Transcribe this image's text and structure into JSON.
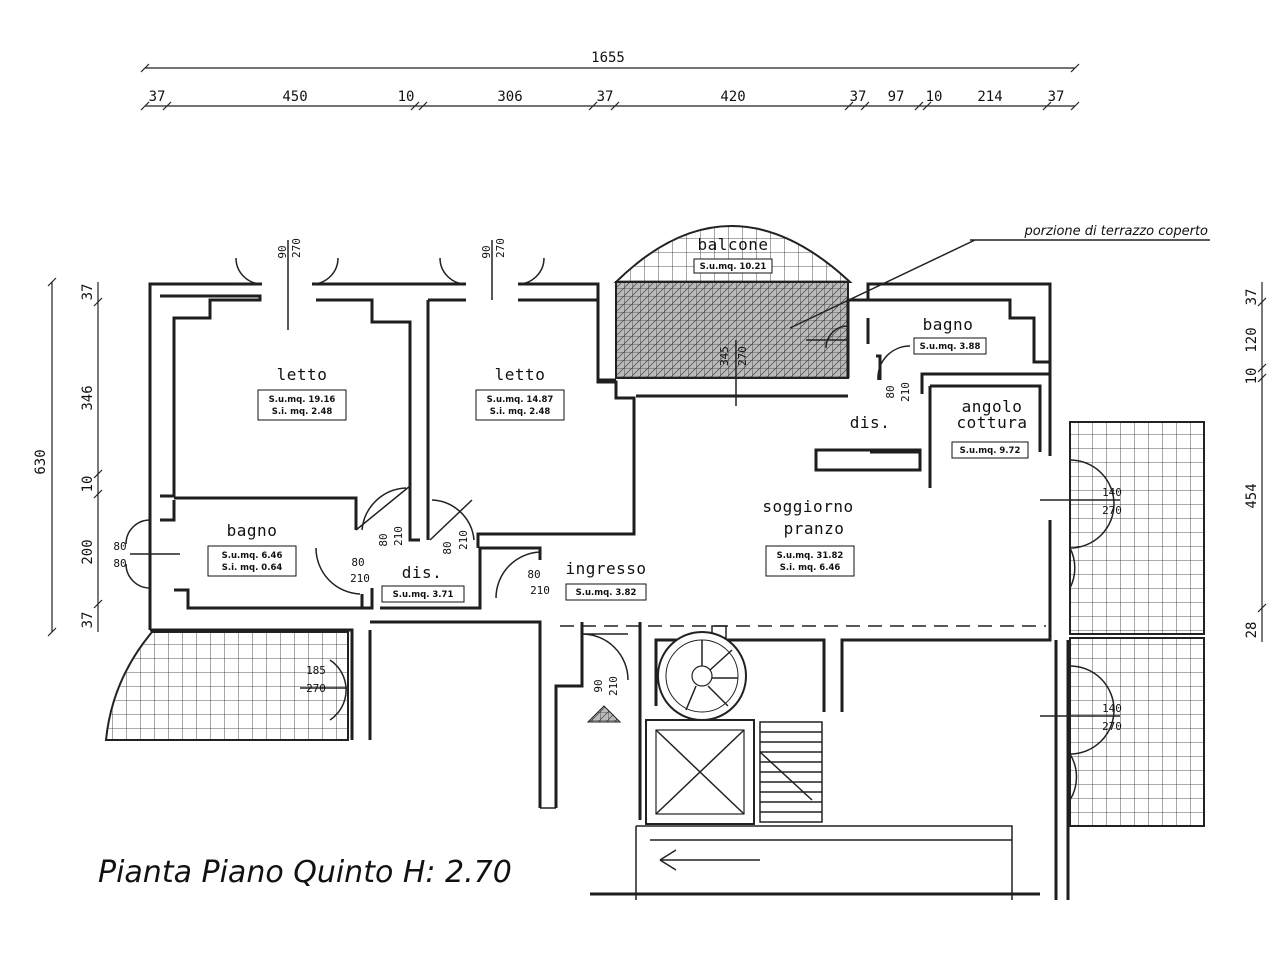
{
  "title": "Pianta Piano Quinto H: 2.70",
  "note": "porzione di terrazzo coperto",
  "dims_top": {
    "total": "1655",
    "segments": [
      "37",
      "450",
      "10",
      "306",
      "37",
      "420",
      "37",
      "97",
      "10",
      "214",
      "37"
    ]
  },
  "dims_left": {
    "total": "630",
    "segments": [
      "37",
      "346",
      "10",
      "200",
      "37"
    ]
  },
  "dims_right": {
    "segments": [
      "37",
      "120",
      "10",
      "454",
      "28"
    ]
  },
  "rooms": {
    "letto1": {
      "name": "letto",
      "su": "S.u.mq. 19.16",
      "si": "S.i. mq. 2.48"
    },
    "letto2": {
      "name": "letto",
      "su": "S.u.mq. 14.87",
      "si": "S.i. mq. 2.48"
    },
    "bagno1": {
      "name": "bagno",
      "su": "S.u.mq. 6.46",
      "si": "S.i. mq. 0.64"
    },
    "dis1": {
      "name": "dis.",
      "su": "S.u.mq. 3.71"
    },
    "ingresso": {
      "name": "ingresso",
      "su": "S.u.mq. 3.82"
    },
    "soggiorno": {
      "name1": "soggiorno",
      "name2": "pranzo",
      "su": "S.u.mq. 31.82",
      "si": "S.i. mq. 6.46"
    },
    "bagno2": {
      "name": "bagno",
      "su": "S.u.mq. 3.88"
    },
    "angolo": {
      "name1": "angolo",
      "name2": "cottura",
      "su": "S.u.mq. 9.72"
    },
    "dis2": {
      "name": "dis."
    },
    "balcone": {
      "name": "balcone",
      "su": "S.u.mq. 10.21"
    }
  },
  "openings": {
    "w1": [
      "90",
      "270"
    ],
    "w2": [
      "90",
      "270"
    ],
    "bagno_win": [
      "80",
      "80"
    ],
    "door_bagno": [
      "80",
      "210"
    ],
    "door_letto1": [
      "80",
      "210"
    ],
    "door_letto2": [
      "80",
      "210"
    ],
    "door_ingresso": [
      "80",
      "210"
    ],
    "door_bagno2": [
      "80",
      "210"
    ],
    "door_stair": [
      "90",
      "210"
    ],
    "terr_left": [
      "185",
      "270"
    ],
    "terr_right1": [
      "140",
      "270"
    ],
    "terr_right2": [
      "140",
      "270"
    ],
    "balcone_door": [
      "345",
      "270"
    ]
  }
}
